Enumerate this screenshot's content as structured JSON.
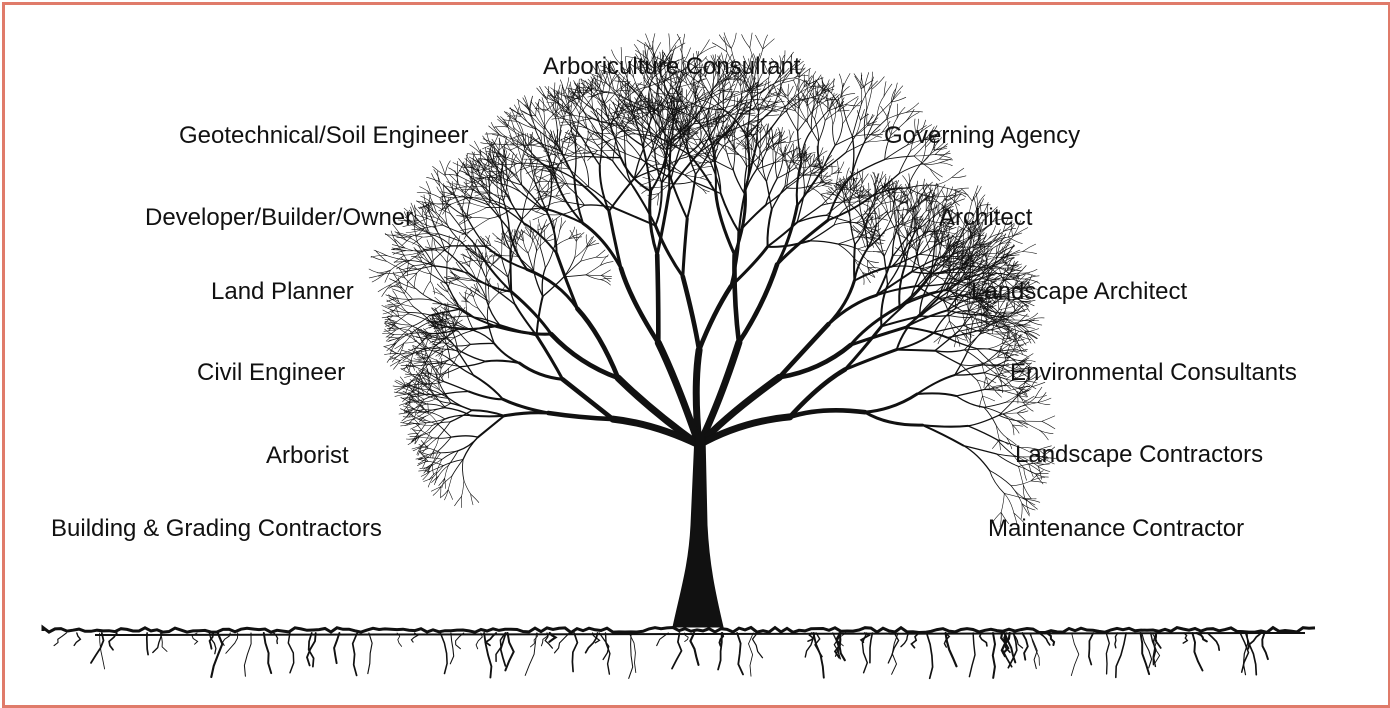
{
  "border_color": "#e07b6a",
  "ink_color": "#111111",
  "top_label": "Arboriculture Consultant",
  "left_labels": [
    "Geotechnical/Soil Engineer",
    "Developer/Builder/Owner",
    "Land Planner",
    "Civil Engineer",
    "Arborist",
    "Building & Grading Contractors"
  ],
  "right_labels": [
    "Governing Agency",
    "Architect",
    "Landscape Architect",
    "Environmental Consultants",
    "Landscape Contractors",
    "Maintenance Contractor"
  ],
  "illustration": "tree-with-roots"
}
